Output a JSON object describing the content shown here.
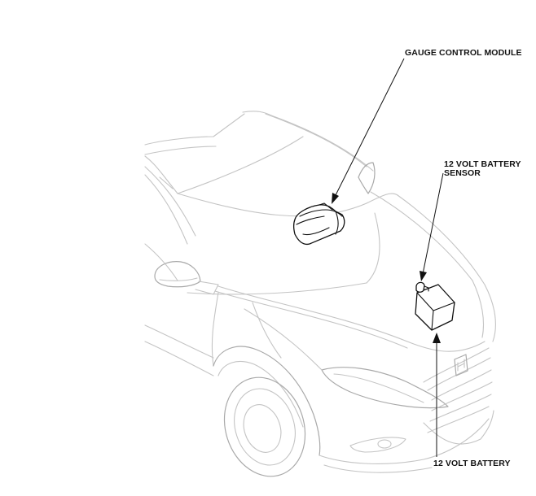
{
  "labels": {
    "gauge_control_module": "GAUGE CONTROL MODULE",
    "battery_sensor_line1": "12 VOLT BATTERY",
    "battery_sensor_line2": "SENSOR",
    "battery": "12 VOLT BATTERY"
  },
  "colors": {
    "vehicle_outline": "#c4c4c4",
    "component_outline": "#111111",
    "leader_line": "#111111",
    "background": "#ffffff"
  }
}
